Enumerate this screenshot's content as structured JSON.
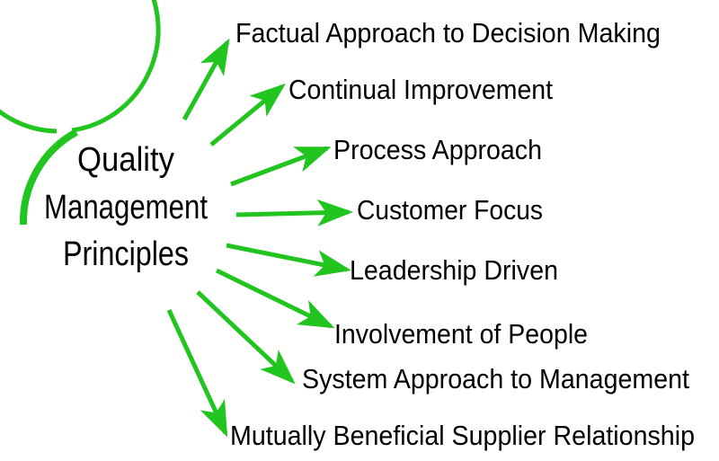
{
  "center": {
    "lines": [
      "Quality",
      "Management",
      "Principles"
    ]
  },
  "principles": [
    "Factual Approach to Decision Making",
    "Continual Improvement",
    "Process Approach",
    "Customer Focus",
    "Leadership Driven",
    "Involvement of People",
    "System Approach to Management",
    "Mutually Beneficial Supplier Relationship"
  ],
  "colors": {
    "accent": "#22c41f",
    "text": "#000000"
  }
}
